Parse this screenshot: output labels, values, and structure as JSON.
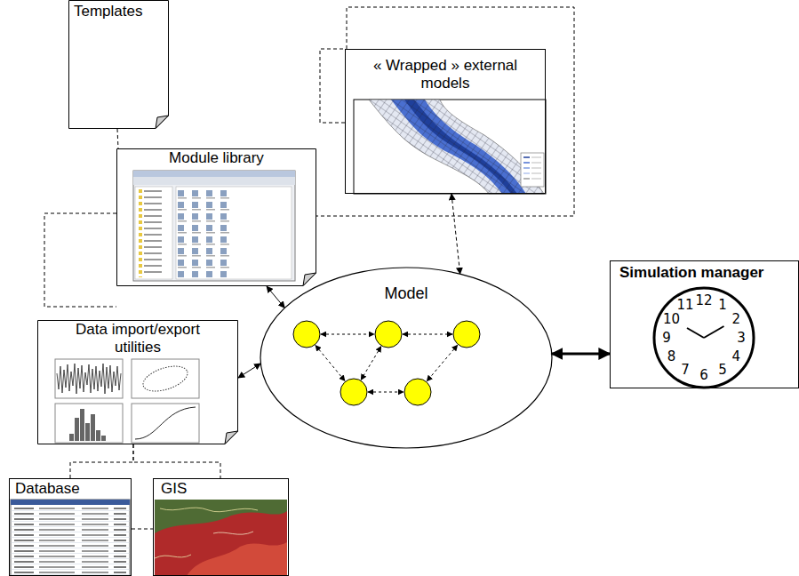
{
  "diagram": {
    "nodes": [
      {
        "text": [
          "Templates"
        ]
      },
      {
        "text": [
          "« Wrapped » external models"
        ]
      },
      {
        "text": [
          "Module library"
        ]
      },
      {
        "text": [
          "Model"
        ]
      },
      {
        "text": [
          "Simulation manager"
        ]
      },
      {
        "text": [
          "Data import/export utilities"
        ]
      },
      {
        "text": [
          "Database"
        ]
      },
      {
        "text": [
          "GIS"
        ]
      }
    ],
    "edges": [
      {
        "from": 0,
        "to": 2,
        "arrow": "none"
      },
      {
        "from": 2,
        "to": 3,
        "arrow": "both"
      },
      {
        "from": 1,
        "to": 3,
        "arrow": "both"
      },
      {
        "from": 5,
        "to": 3,
        "arrow": "both"
      },
      {
        "from": 3,
        "to": 4,
        "arrow": "both"
      },
      {
        "from": 5,
        "to": 6,
        "arrow": "none"
      },
      {
        "from": 5,
        "to": 7,
        "arrow": "none"
      },
      {
        "from": 6,
        "to": 7,
        "arrow": "none"
      }
    ],
    "labels": [
      "12",
      "1",
      "2",
      "3",
      "4",
      "5",
      "6",
      "7",
      "8",
      "9",
      "10",
      "11"
    ]
  }
}
